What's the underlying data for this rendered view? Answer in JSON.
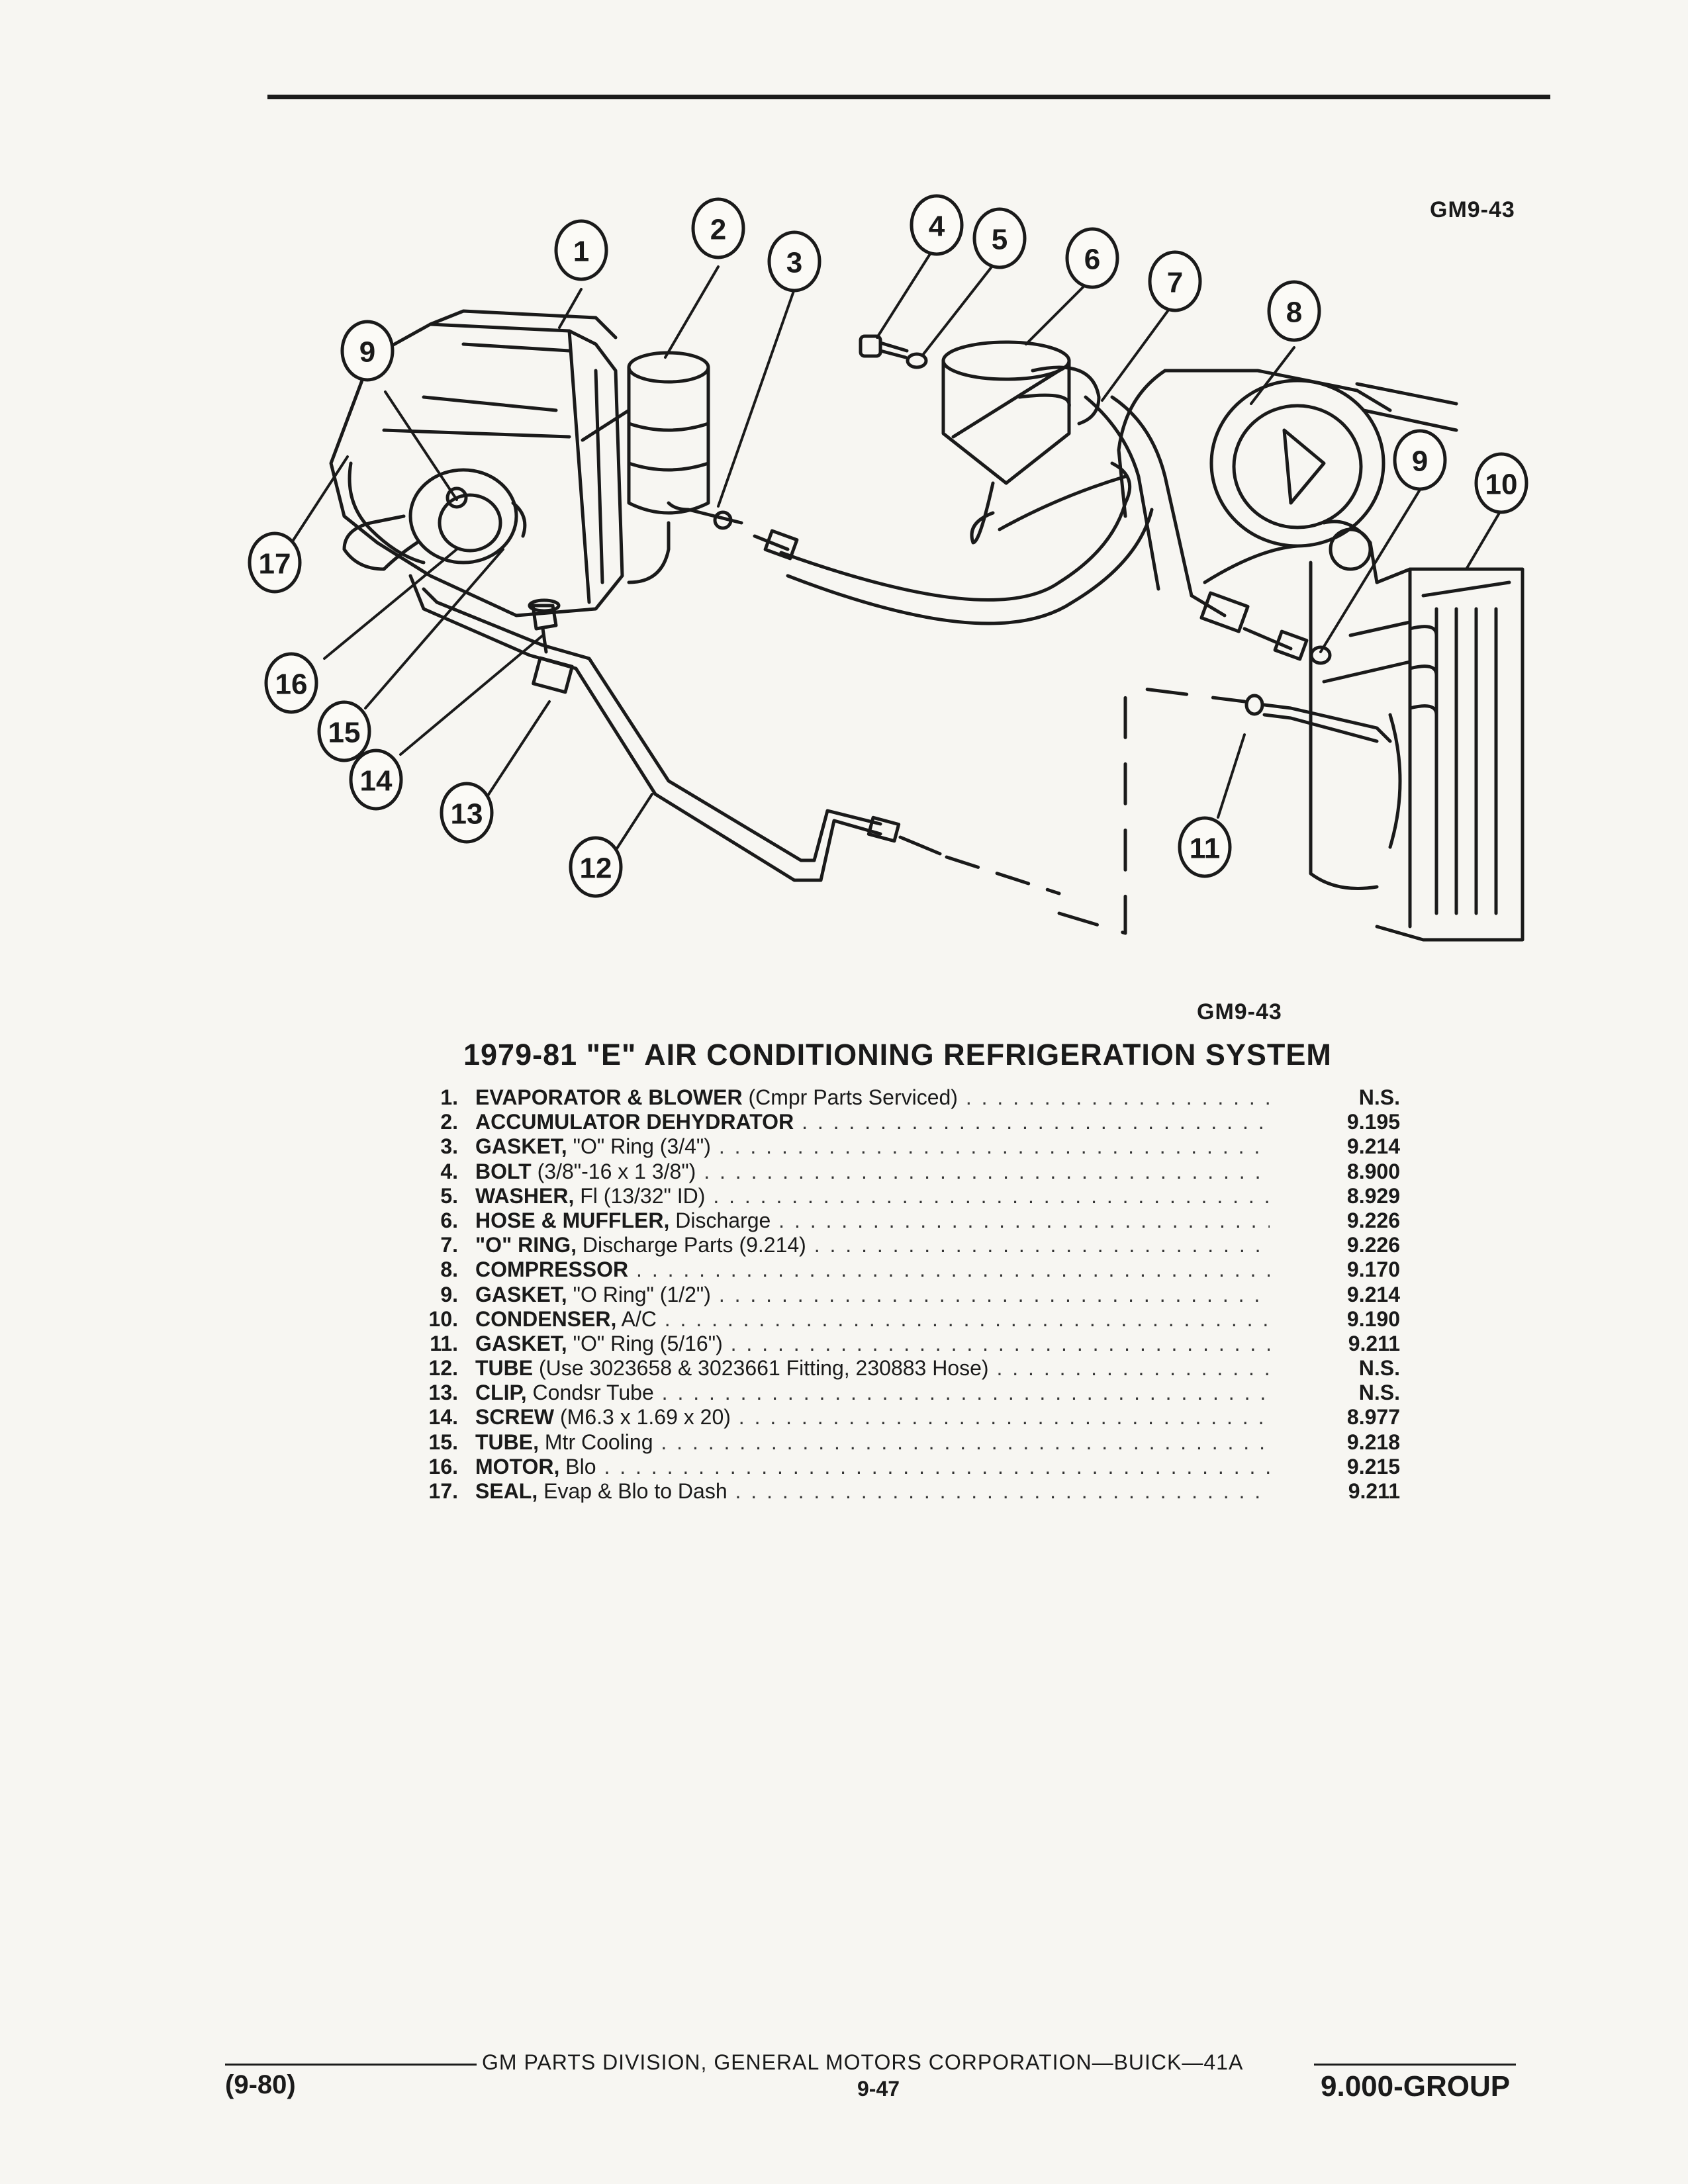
{
  "figure": {
    "code_top": "GM9-43",
    "code_bottom": "GM9-43",
    "callouts": [
      "1",
      "2",
      "3",
      "4",
      "5",
      "6",
      "7",
      "8",
      "9",
      "9",
      "10",
      "11",
      "12",
      "13",
      "14",
      "15",
      "16",
      "17"
    ]
  },
  "title": "1979-81 \"E\" AIR CONDITIONING REFRIGERATION SYSTEM",
  "parts": [
    {
      "num": "1.",
      "name": "EVAPORATOR & BLOWER",
      "detail": " (Cmpr Parts Serviced)",
      "group": "N.S."
    },
    {
      "num": "2.",
      "name": "ACCUMULATOR DEHYDRATOR",
      "detail": "",
      "group": "9.195"
    },
    {
      "num": "3.",
      "name": "GASKET,",
      "detail": " \"O\" Ring (3/4\")",
      "group": "9.214"
    },
    {
      "num": "4.",
      "name": "BOLT",
      "detail": " (3/8\"-16 x 1 3/8\")",
      "group": "8.900"
    },
    {
      "num": "5.",
      "name": "WASHER,",
      "detail": " Fl (13/32\" ID)",
      "group": "8.929"
    },
    {
      "num": "6.",
      "name": "HOSE & MUFFLER,",
      "detail": " Discharge",
      "group": "9.226"
    },
    {
      "num": "7.",
      "name": "\"O\" RING,",
      "detail": " Discharge Parts (9.214)",
      "group": "9.226"
    },
    {
      "num": "8.",
      "name": "COMPRESSOR",
      "detail": "",
      "group": "9.170"
    },
    {
      "num": "9.",
      "name": "GASKET,",
      "detail": " \"O Ring\" (1/2\")",
      "group": "9.214"
    },
    {
      "num": "10.",
      "name": "CONDENSER,",
      "detail": " A/C",
      "group": "9.190"
    },
    {
      "num": "11.",
      "name": "GASKET,",
      "detail": " \"O\" Ring (5/16\")",
      "group": "9.211"
    },
    {
      "num": "12.",
      "name": "TUBE",
      "detail": " (Use 3023658 & 3023661 Fitting, 230883 Hose)",
      "group": "N.S."
    },
    {
      "num": "13.",
      "name": "CLIP,",
      "detail": " Condsr Tube",
      "group": "N.S."
    },
    {
      "num": "14.",
      "name": "SCREW",
      "detail": " (M6.3 x 1.69 x 20)",
      "group": "8.977"
    },
    {
      "num": "15.",
      "name": "TUBE,",
      "detail": " Mtr Cooling",
      "group": "9.218"
    },
    {
      "num": "16.",
      "name": "MOTOR,",
      "detail": " Blo",
      "group": "9.215"
    },
    {
      "num": "17.",
      "name": "SEAL,",
      "detail": " Evap & Blo to Dash",
      "group": "9.211"
    }
  ],
  "footer": {
    "division": "GM PARTS DIVISION, GENERAL MOTORS CORPORATION—BUICK—41A",
    "date": "(9-80)",
    "page": "9-47",
    "group": "9.000-GROUP"
  }
}
